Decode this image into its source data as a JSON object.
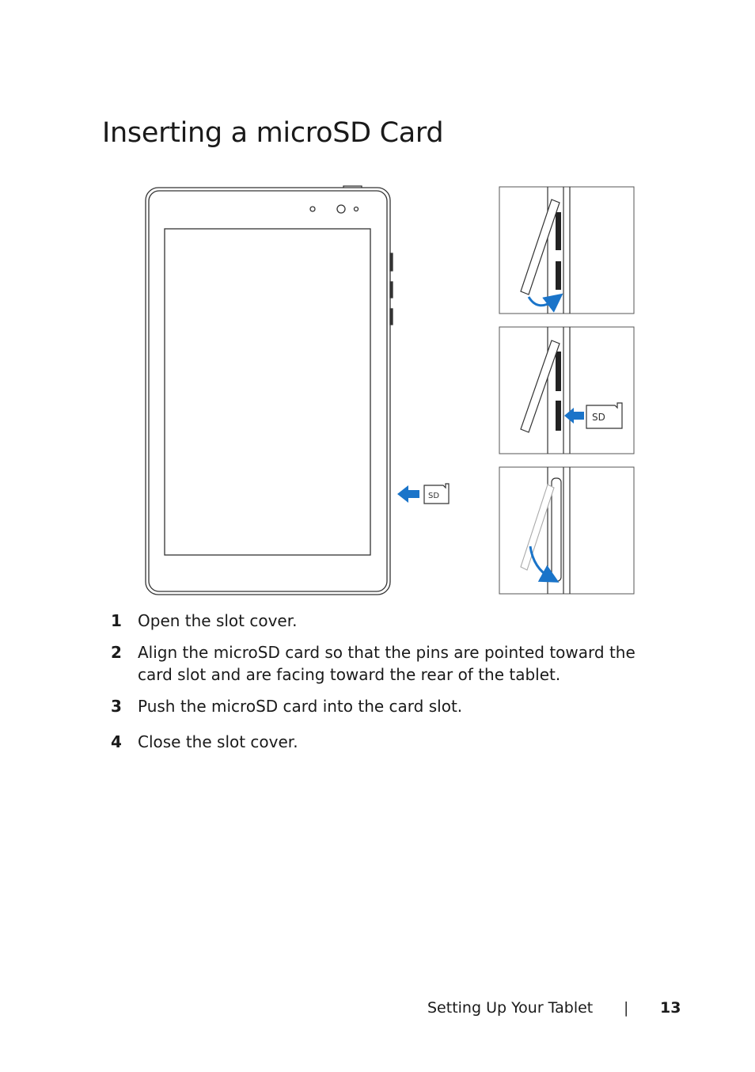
{
  "page": {
    "title": "Inserting a microSD Card"
  },
  "illustration": {
    "card_label": "SD",
    "arrow_color": "#1a74c9",
    "line_color": "#333333"
  },
  "steps": [
    {
      "number": "1",
      "text": "Open the slot cover."
    },
    {
      "number": "2",
      "text": "Align the microSD card so that the pins are pointed toward the card slot and are facing toward the rear of the tablet."
    },
    {
      "number": "3",
      "text": "Push the microSD card into the card slot."
    },
    {
      "number": "4",
      "text": "Close the slot cover."
    }
  ],
  "footer": {
    "section": "Setting Up Your Tablet",
    "separator": "|",
    "page_number": "13"
  }
}
